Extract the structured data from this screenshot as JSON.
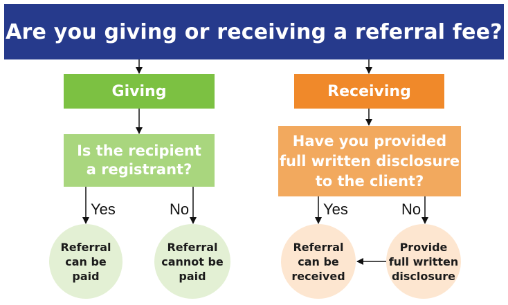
{
  "title": "Are you giving or receiving a referral fee?",
  "giving": {
    "label": "Giving",
    "question": "Is the recipient\na registrant?",
    "yes_label": "Yes",
    "no_label": "No",
    "yes_outcome": "Referral\ncan be\npaid",
    "no_outcome": "Referral\ncannot be\npaid"
  },
  "receiving": {
    "label": "Receiving",
    "question": "Have you provided\nfull written disclosure\nto the client?",
    "yes_label": "Yes",
    "no_label": "No",
    "yes_outcome": "Referral\ncan be\nreceived",
    "no_outcome": "Provide\nfull written\ndisclosure"
  },
  "colors": {
    "title_bg": "#263a8c",
    "giving": "#7cc142",
    "giving_question": "#a9d67e",
    "giving_outcome": "#e3f0d4",
    "receiving": "#f0892a",
    "receiving_question": "#f2a95e",
    "receiving_outcome": "#fde6d0"
  }
}
